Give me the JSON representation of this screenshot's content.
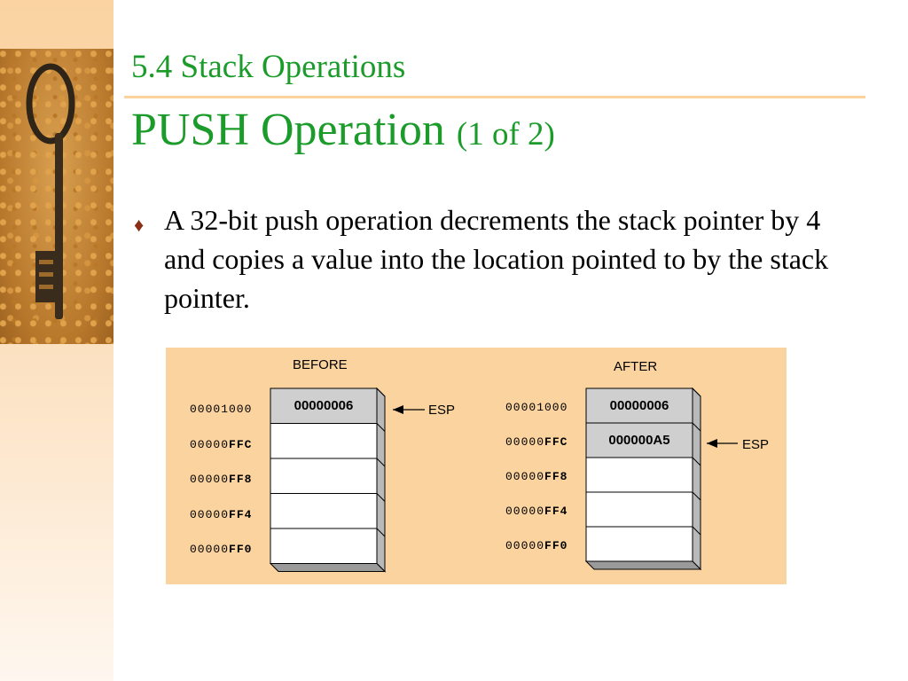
{
  "slide": {
    "subtitle": "5.4 Stack Operations",
    "title": "PUSH Operation",
    "title_suffix": "(1 of 2)",
    "bullet_icon": "diamond-bullet",
    "bullet_text": "A 32-bit push operation decrements the stack pointer by 4 and copies a value into the location pointed to by the stack pointer.",
    "accent_color": "#1a9b2a"
  },
  "diagram": {
    "before": {
      "label": "BEFORE",
      "addresses": [
        {
          "prefix": "00001000",
          "suffix": ""
        },
        {
          "prefix": "00000",
          "suffix": "FFC"
        },
        {
          "prefix": "00000",
          "suffix": "FF8"
        },
        {
          "prefix": "00000",
          "suffix": "FF4"
        },
        {
          "prefix": "00000",
          "suffix": "FF0"
        }
      ],
      "cells": [
        "00000006",
        "",
        "",
        "",
        ""
      ],
      "esp": "ESP"
    },
    "after": {
      "label": "AFTER",
      "addresses": [
        {
          "prefix": "00001000",
          "suffix": ""
        },
        {
          "prefix": "00000",
          "suffix": "FFC"
        },
        {
          "prefix": "00000",
          "suffix": "FF8"
        },
        {
          "prefix": "00000",
          "suffix": "FF4"
        },
        {
          "prefix": "00000",
          "suffix": "FF0"
        }
      ],
      "cells": [
        "00000006",
        "000000A5",
        "",
        "",
        ""
      ],
      "esp": "ESP"
    }
  }
}
